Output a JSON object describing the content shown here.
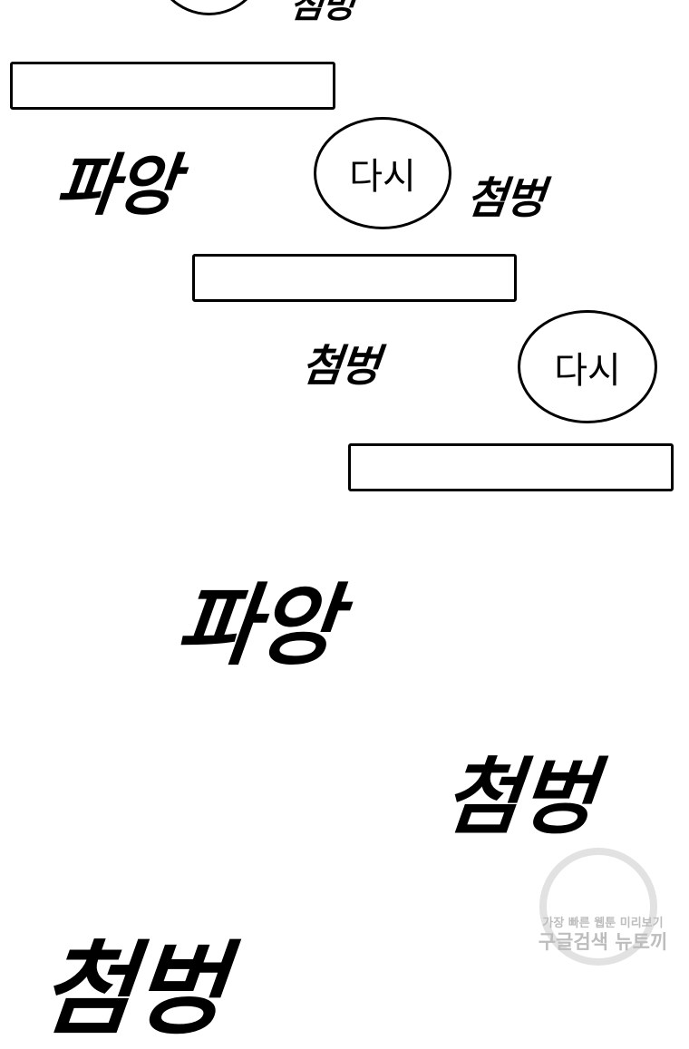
{
  "panel": {
    "sfx": {
      "splash": "첨벙",
      "bang": "파앙"
    },
    "bubble_text": "다시"
  },
  "watermark": {
    "line1": "가장 빠른 웹툰 미리보기",
    "line2": "구글검색 뉴토끼"
  },
  "colors": {
    "ink": "#000000",
    "paper": "#ffffff",
    "watermark": "#bdbdbd"
  }
}
